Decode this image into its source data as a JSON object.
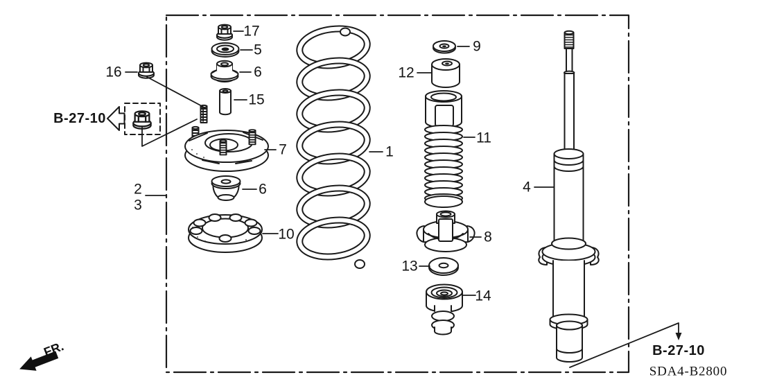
{
  "frame": {
    "code": "SDA4-B2800"
  },
  "references": {
    "left": "B-27-10",
    "bottom_right": "B-27-10"
  },
  "direction": {
    "front": "FR."
  },
  "parts": {
    "1": "1",
    "2": "2",
    "3": "3",
    "4": "4",
    "5": "5",
    "6_upper": "6",
    "6_lower": "6",
    "7": "7",
    "8": "8",
    "9": "9",
    "10": "10",
    "11": "11",
    "12": "12",
    "13": "13",
    "14": "14",
    "15": "15",
    "16": "16",
    "17": "17"
  }
}
